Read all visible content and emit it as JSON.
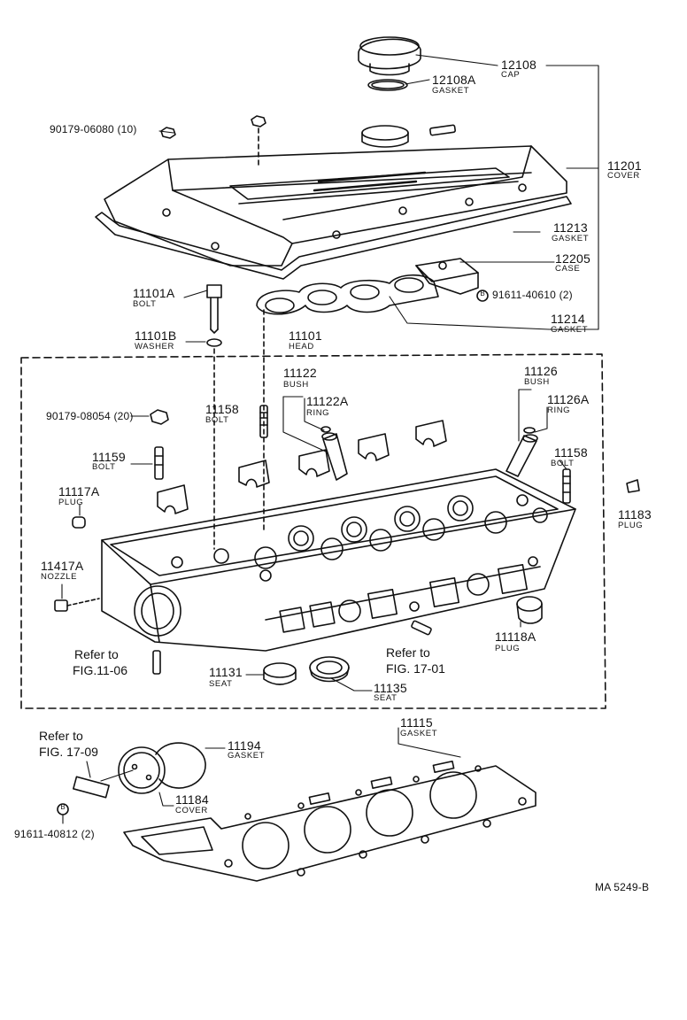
{
  "diagram_id": "MA 5249-B",
  "labels": {
    "cap": {
      "num": "12108",
      "name": "CAP"
    },
    "cap_gasket": {
      "num": "12108A",
      "name": "GASKET"
    },
    "nut_cover": {
      "num": "90179-06080 (10)"
    },
    "cover": {
      "num": "11201",
      "name": "COVER"
    },
    "cover_gasket": {
      "num": "11213",
      "name": "GASKET"
    },
    "case": {
      "num": "12205",
      "name": "CASE"
    },
    "case_bolt": {
      "num": "91611-40610 (2)",
      "mark": "B"
    },
    "case_gasket": {
      "num": "11214",
      "name": "GASKET"
    },
    "bolt_a": {
      "num": "11101A",
      "name": "BOLT"
    },
    "washer": {
      "num": "11101B",
      "name": "WASHER"
    },
    "head": {
      "num": "11101",
      "name": "HEAD"
    },
    "bush_in": {
      "num": "11122",
      "name": "BUSH"
    },
    "ring_in": {
      "num": "11122A",
      "name": "RING"
    },
    "bush_ex": {
      "num": "11126",
      "name": "BUSH"
    },
    "ring_ex": {
      "num": "11126A",
      "name": "RING"
    },
    "nut_head": {
      "num": "90179-08054 (20)"
    },
    "stud_left": {
      "num": "11158",
      "name": "BOLT"
    },
    "stud_right": {
      "num": "11158",
      "name": "BOLT"
    },
    "bolt_159": {
      "num": "11159",
      "name": "BOLT"
    },
    "plug_117": {
      "num": "11117A",
      "name": "PLUG"
    },
    "plug_183": {
      "num": "11183",
      "name": "PLUG"
    },
    "nozzle": {
      "num": "11417A",
      "name": "NOZZLE"
    },
    "plug_118": {
      "num": "11118A",
      "name": "PLUG"
    },
    "seat_131": {
      "num": "11131",
      "name": "SEAT"
    },
    "seat_135": {
      "num": "11135",
      "name": "SEAT"
    },
    "head_gasket": {
      "num": "11115",
      "name": "GASKET"
    },
    "gasket_194": {
      "num": "11194",
      "name": "GASKET"
    },
    "cover_184": {
      "num": "11184",
      "name": "COVER"
    },
    "bolt_812": {
      "num": "91611-40812 (2)",
      "mark": "B"
    }
  },
  "refs": {
    "fig_11_06": {
      "line1": "Refer to",
      "line2": "FIG.11-06"
    },
    "fig_17_01": {
      "line1": "Refer to",
      "line2": "FIG. 17-01"
    },
    "fig_17_09": {
      "line1": "Refer to",
      "line2": "FIG. 17-09"
    }
  }
}
